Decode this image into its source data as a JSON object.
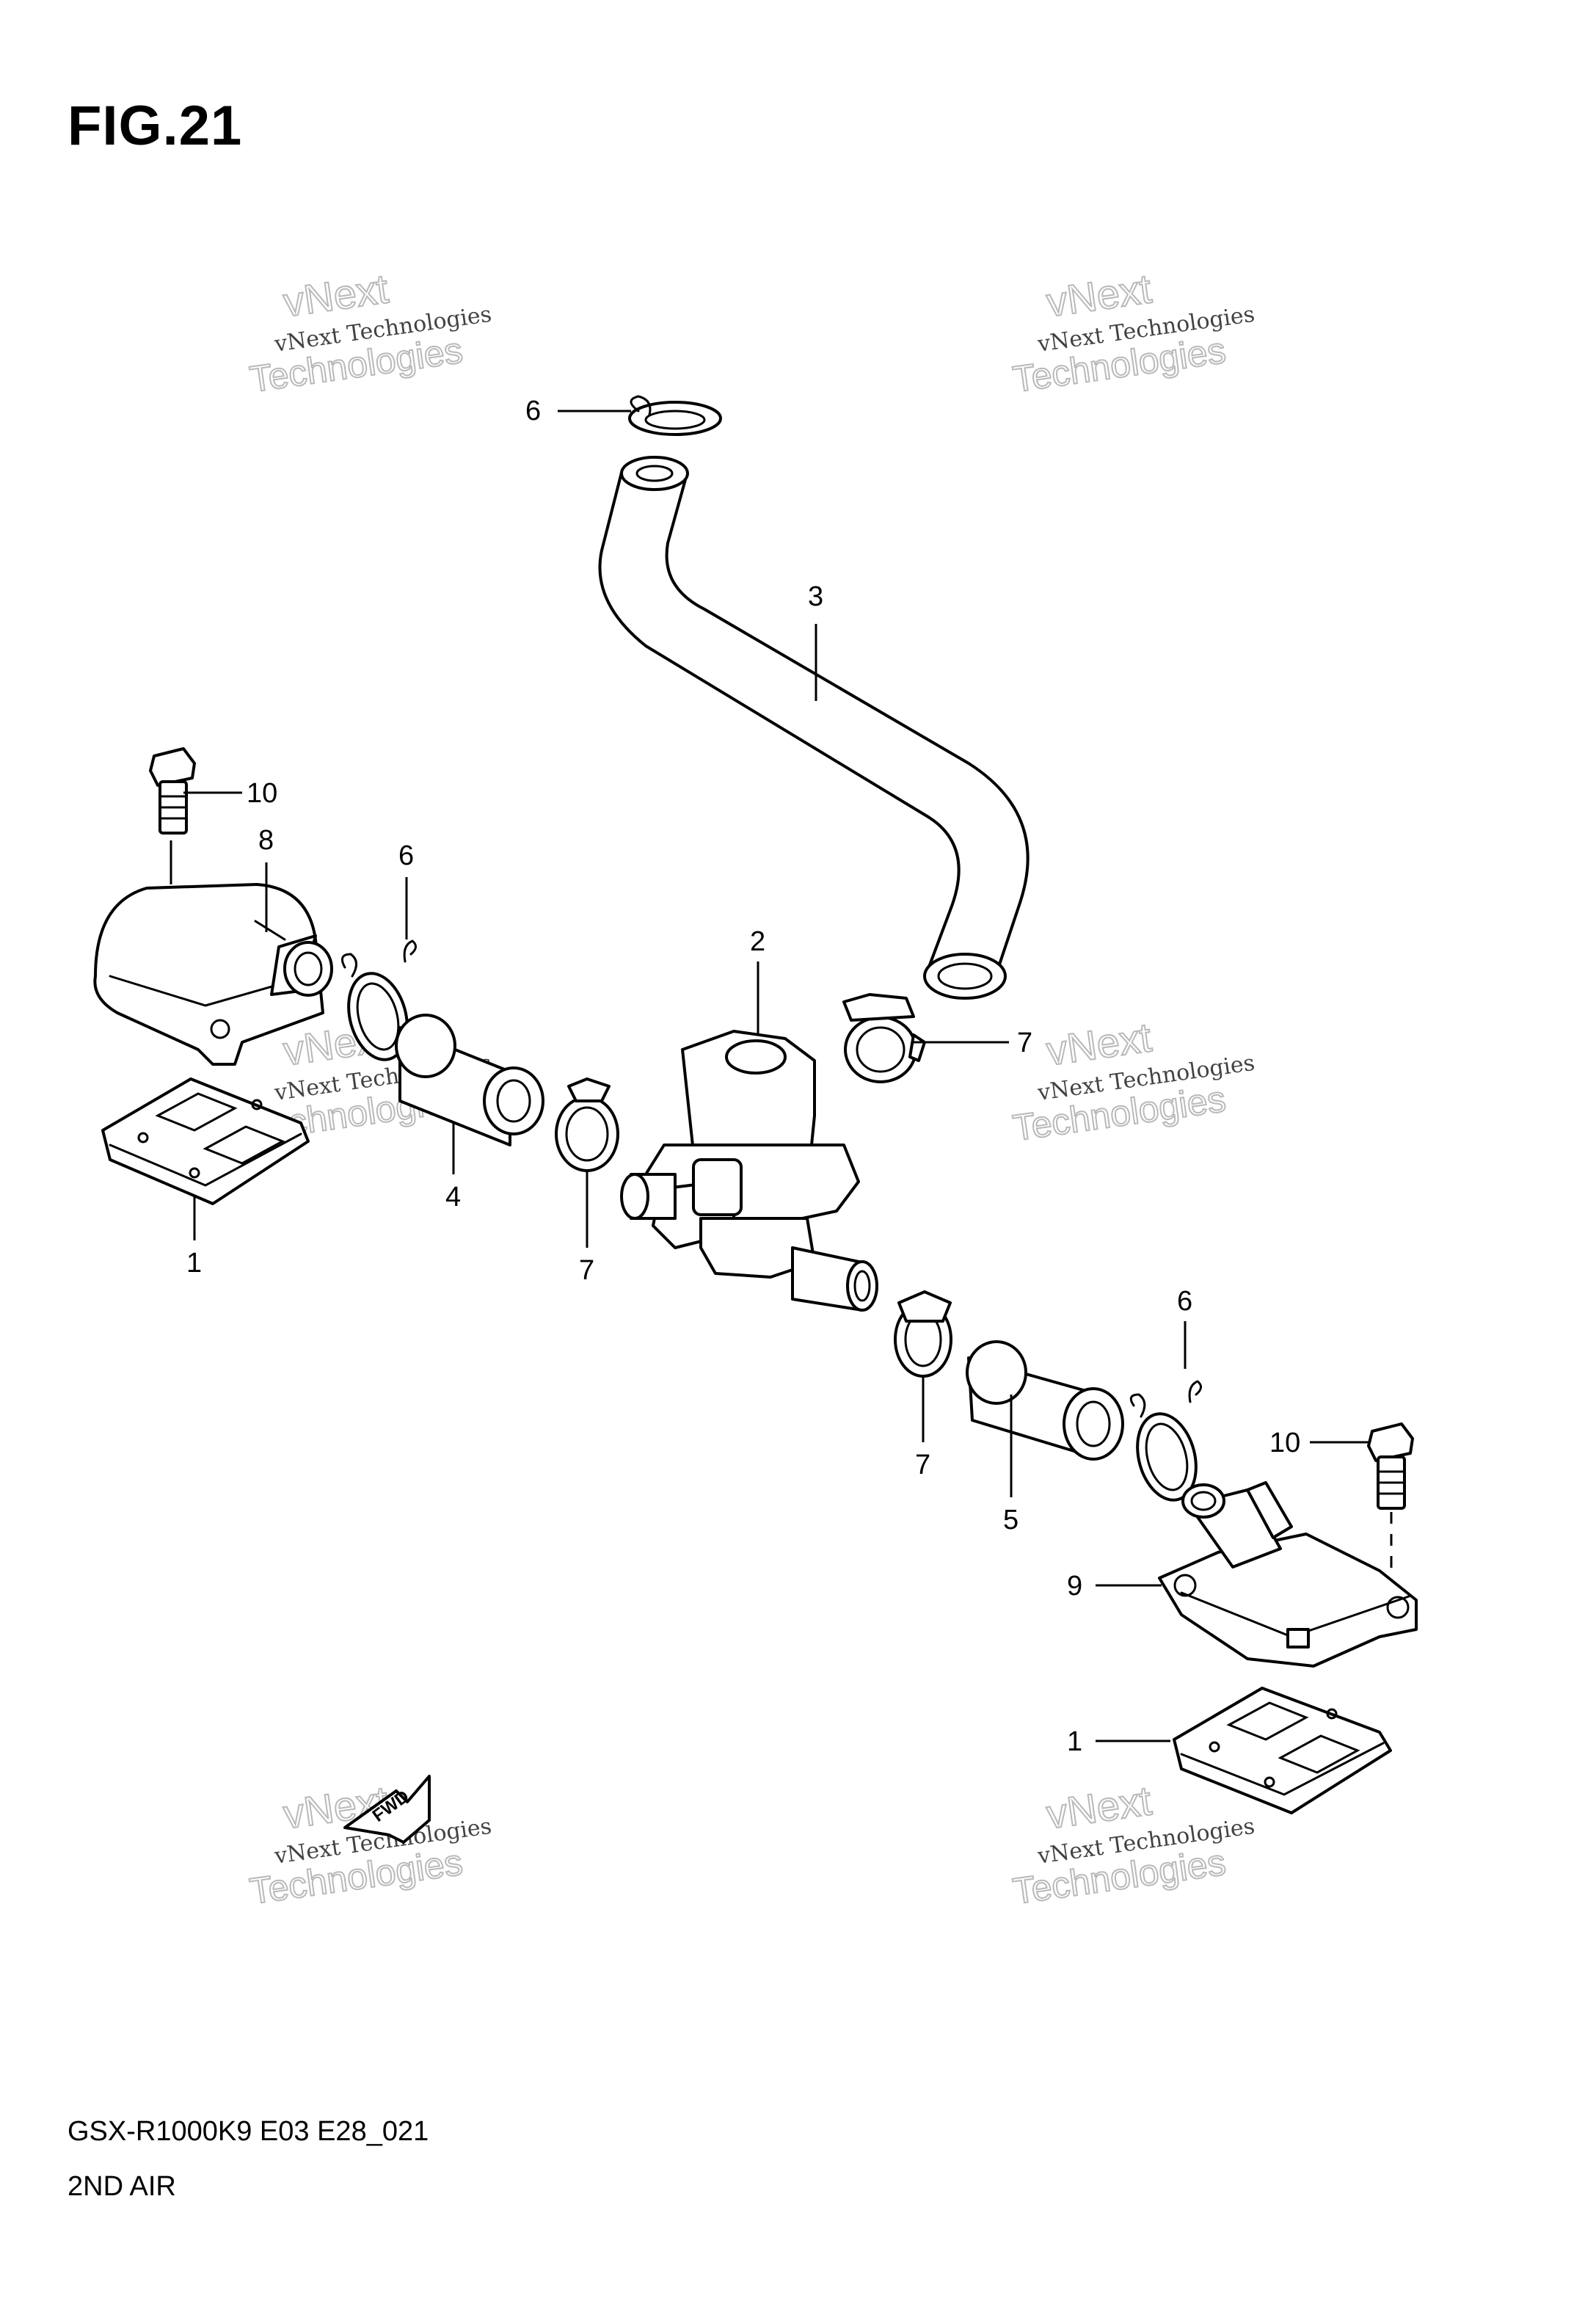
{
  "figure": {
    "label": "FIG.21",
    "model_code": "GSX-R1000K9 E03 E28_021",
    "section_name": "2ND AIR"
  },
  "callouts": [
    "6",
    "3",
    "10",
    "8",
    "6",
    "2",
    "7",
    "4",
    "1",
    "7",
    "6",
    "10",
    "7",
    "5",
    "9",
    "1"
  ],
  "watermark": {
    "line1": "vNext Technologies",
    "line2": "vNext",
    "line3": "Technologies"
  },
  "fwd_marker": "FWD"
}
